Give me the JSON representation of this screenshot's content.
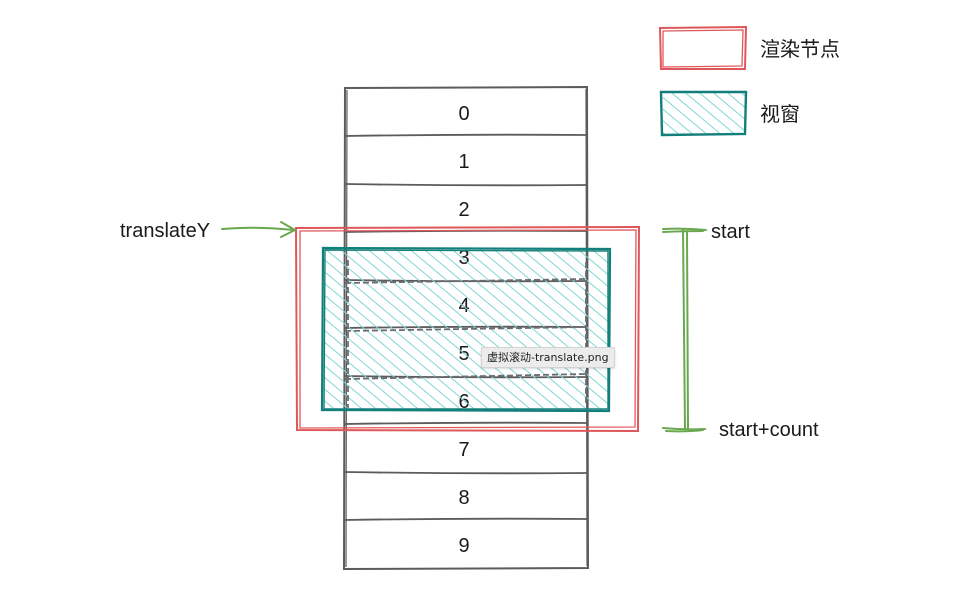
{
  "list": {
    "items": [
      "0",
      "1",
      "2",
      "3",
      "4",
      "5",
      "6",
      "7",
      "8",
      "9"
    ]
  },
  "labels": {
    "translate": "translateY",
    "start": "start",
    "end": "start+count"
  },
  "legend": {
    "render_nodes": "渲染节点",
    "viewport": "视窗"
  },
  "tooltip": {
    "filename": "虚拟滚动-translate.png"
  },
  "colors": {
    "list_stroke": "#5c5c5c",
    "render_stroke": "#e0575b",
    "viewport_stroke": "#137f7a",
    "viewport_hatch": "#7fd8d2",
    "arrow": "#6aa84f"
  },
  "icons": {
    "translate_arrow": "arrow-right-icon",
    "range_bracket": "vertical-range-icon"
  }
}
